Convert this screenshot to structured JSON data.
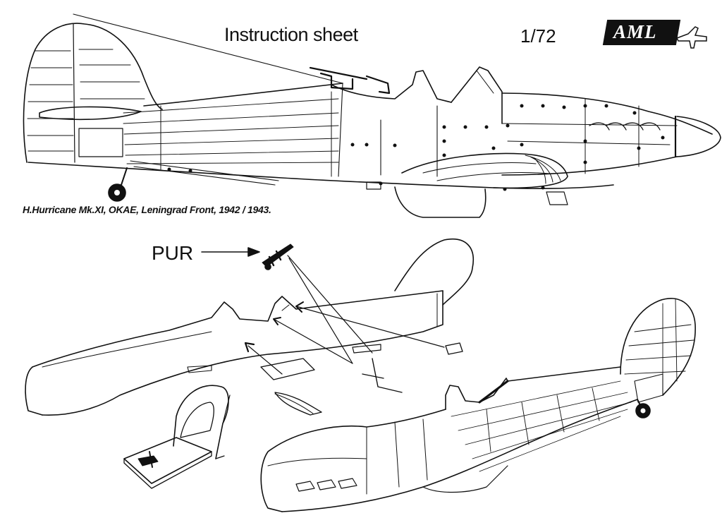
{
  "header": {
    "title": "Instruction sheet",
    "scale": "1/72",
    "logo_text": "AML"
  },
  "caption": "H.Hurricane Mk.XI, OKAE, Leningrad  Front, 1942 / 1943.",
  "callout": {
    "label": "PUR"
  },
  "icons": {
    "logo": "aml-logo-icon",
    "aircraft_side_view": "hurricane-profile-icon",
    "gun": "machine-gun-icon"
  },
  "colors": {
    "line": "#111111",
    "background": "#ffffff"
  }
}
